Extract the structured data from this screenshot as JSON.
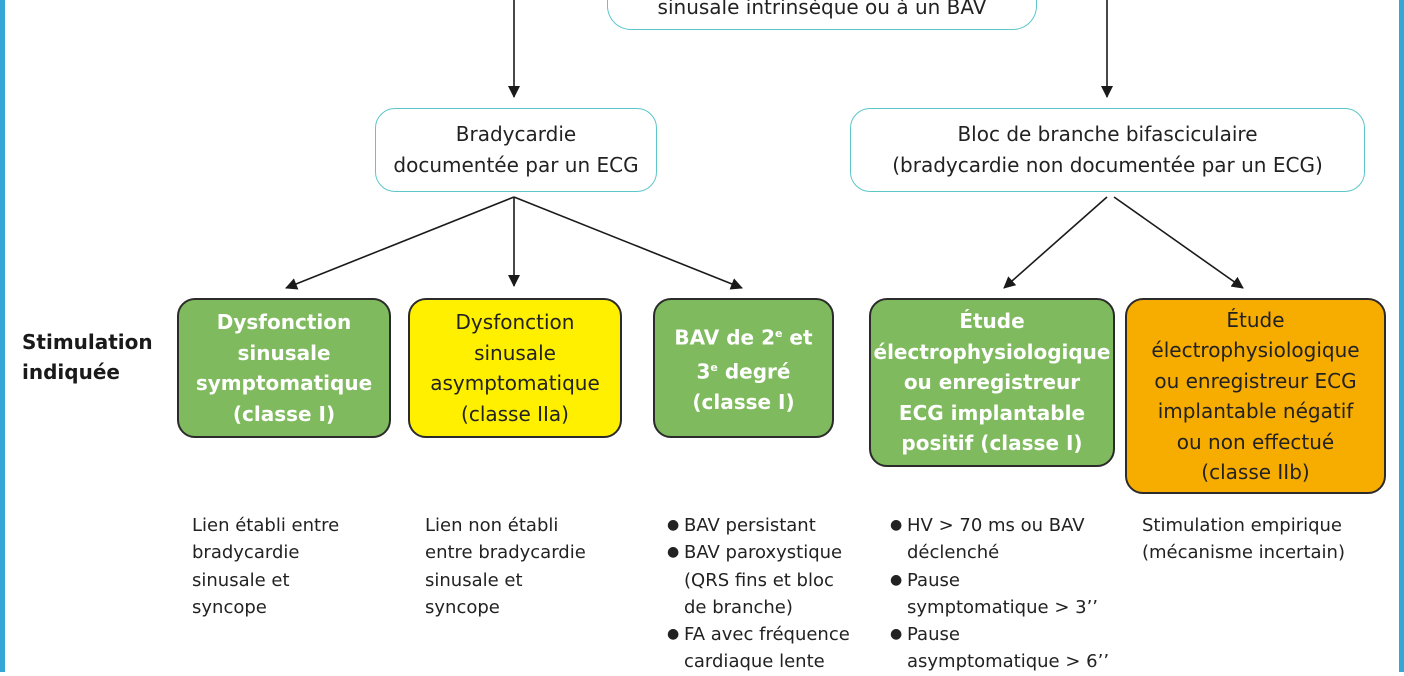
{
  "colors": {
    "frame": "#35a6d6",
    "outline_box_border": "#5cc6c9",
    "indicated_class_I": "#7fba5e",
    "indicated_class_IIa": "#fff000",
    "indicated_class_IIb": "#f7ac00"
  },
  "top_box": {
    "text": "sinusale intrinsèque ou à un BAV"
  },
  "bradycardie_box": {
    "text": "Bradycardie\ndocumentée par un ECG"
  },
  "bloc_box": {
    "text": "Bloc de branche bifasciculaire\n(bradycardie non documentée par un ECG)"
  },
  "stimulation_label": "Stimulation\nindiquée",
  "indications": [
    {
      "text": "Dysfonction\nsinusale\nsymptomatique\n(classe I)"
    },
    {
      "text": "Dysfonction\nsinusale\nasymptomatique\n(classe IIa)"
    },
    {
      "text_line1_prefix": "BAV de 2",
      "text_line1_sup": "e",
      "text_line1_suffix": " et",
      "text_line2_prefix": "3",
      "text_line2_sup": "e",
      "text_line2_suffix": " degré",
      "text_line3": "(classe I)"
    },
    {
      "text": "Étude\nélectrophysiologique\nou enregistreur\nECG implantable\npositif (classe I)"
    },
    {
      "text": "Étude\nélectrophysiologique\nou enregistreur ECG\nimplantable négatif\nou non effectué\n(classe IIb)"
    }
  ],
  "notes": {
    "col1": "Lien établi entre\nbradycardie\nsinusale et\nsyncope",
    "col2": "Lien non établi\nentre bradycardie\nsinusale et\nsyncope",
    "col3": [
      "BAV persistant",
      "BAV paroxystique\n(QRS fins et bloc\nde branche)",
      "FA avec fréquence\ncardiaque lente"
    ],
    "col4": [
      "HV > 70 ms ou BAV\ndéclenché",
      "Pause\nsymptomatique > 3’’",
      "Pause\nasymptomatique > 6’’"
    ],
    "col5": "Stimulation empirique\n(mécanisme incertain)"
  }
}
